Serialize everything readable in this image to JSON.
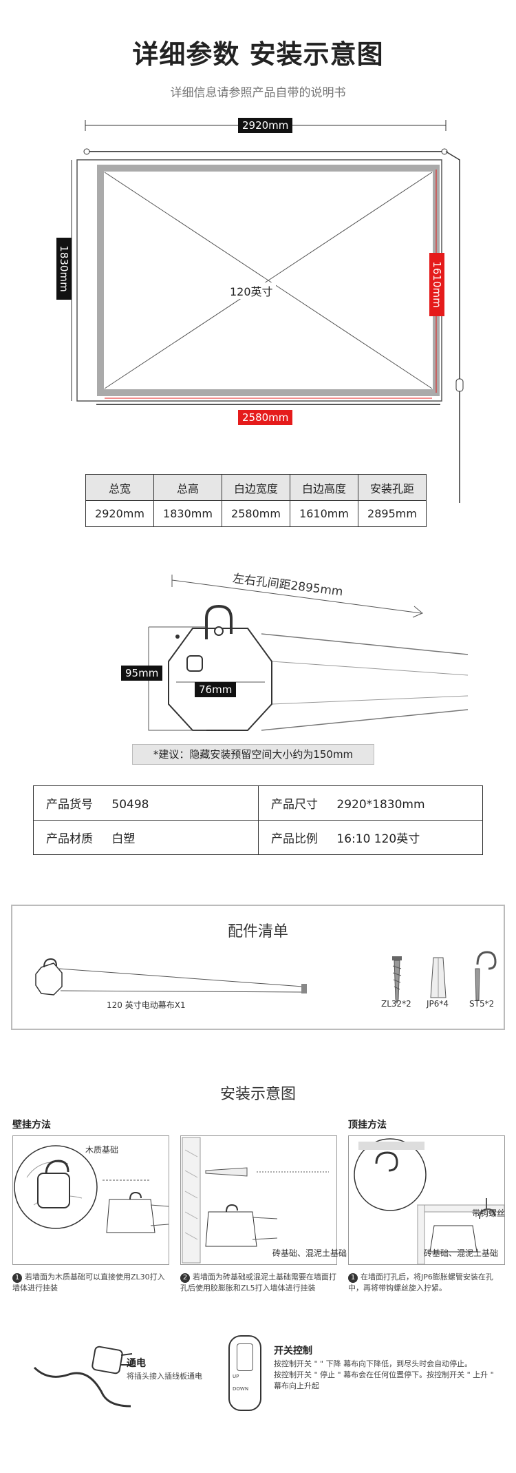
{
  "header": {
    "title": "详细参数 安装示意图",
    "subtitle": "详细信息请参照产品自带的说明书"
  },
  "diagram": {
    "total_width": "2920mm",
    "total_height": "1830mm",
    "screen_size": "120英寸",
    "white_height": "1610mm",
    "white_width": "2580mm"
  },
  "spec_table": {
    "headers": [
      "总宽",
      "总高",
      "白边宽度",
      "白边高度",
      "安装孔距"
    ],
    "values": [
      "2920mm",
      "1830mm",
      "2580mm",
      "1610mm",
      "2895mm"
    ]
  },
  "casing": {
    "hole_distance": "左右孔间距2895mm",
    "height": "95mm",
    "width": "76mm",
    "tip": "*建议：隐藏安装预留空间大小约为150mm"
  },
  "info": {
    "sku_label": "产品货号",
    "sku": "50498",
    "size_label": "产品尺寸",
    "size": "2920*1830mm",
    "material_label": "产品材质",
    "material": "白塑",
    "ratio_label": "产品比例",
    "ratio": "16:10  120英寸"
  },
  "accessories": {
    "title": "配件清单",
    "screen_caption": "120 英寸电动幕布X1",
    "items": [
      "ZL32*2",
      "JP6*4",
      "ST5*2"
    ]
  },
  "install": {
    "title": "安装示意图",
    "wall_title": "壁挂方法",
    "ceiling_title": "顶挂方法",
    "panel1_label": "木质基础",
    "panel2_label": "砖基础、混泥土基础",
    "panel3_label1": "带钩螺丝",
    "panel3_label2": "砖基础、混泥土基础",
    "step1": "若墙面为木质基础可以直接使用ZL30打入墙体进行挂装",
    "step2": "若墙面为砖基础或混泥土基础需要在墙面打孔后使用胶膨胀和ZL5打入墙体进行挂装",
    "step3": "在墙面打孔后，将JP6膨胀螺管安装在孔中，再将带钩螺丝旋入拧紧。",
    "n1": "1",
    "n2": "2",
    "n3": "1"
  },
  "power": {
    "title": "通电",
    "desc": "将插头接入插线板通电"
  },
  "switch": {
    "title": "开关控制",
    "line1": "按控制开关 \"   \" 下降   幕布向下降低，到尽头时会自动停止。",
    "line2": "按控制开关 \" 停止 \" 幕布会在任何位置停下。按控制开关 \" 上升 \"",
    "line3": "幕布向上升起",
    "remote_up": "UP",
    "remote_down": "DOWN"
  }
}
